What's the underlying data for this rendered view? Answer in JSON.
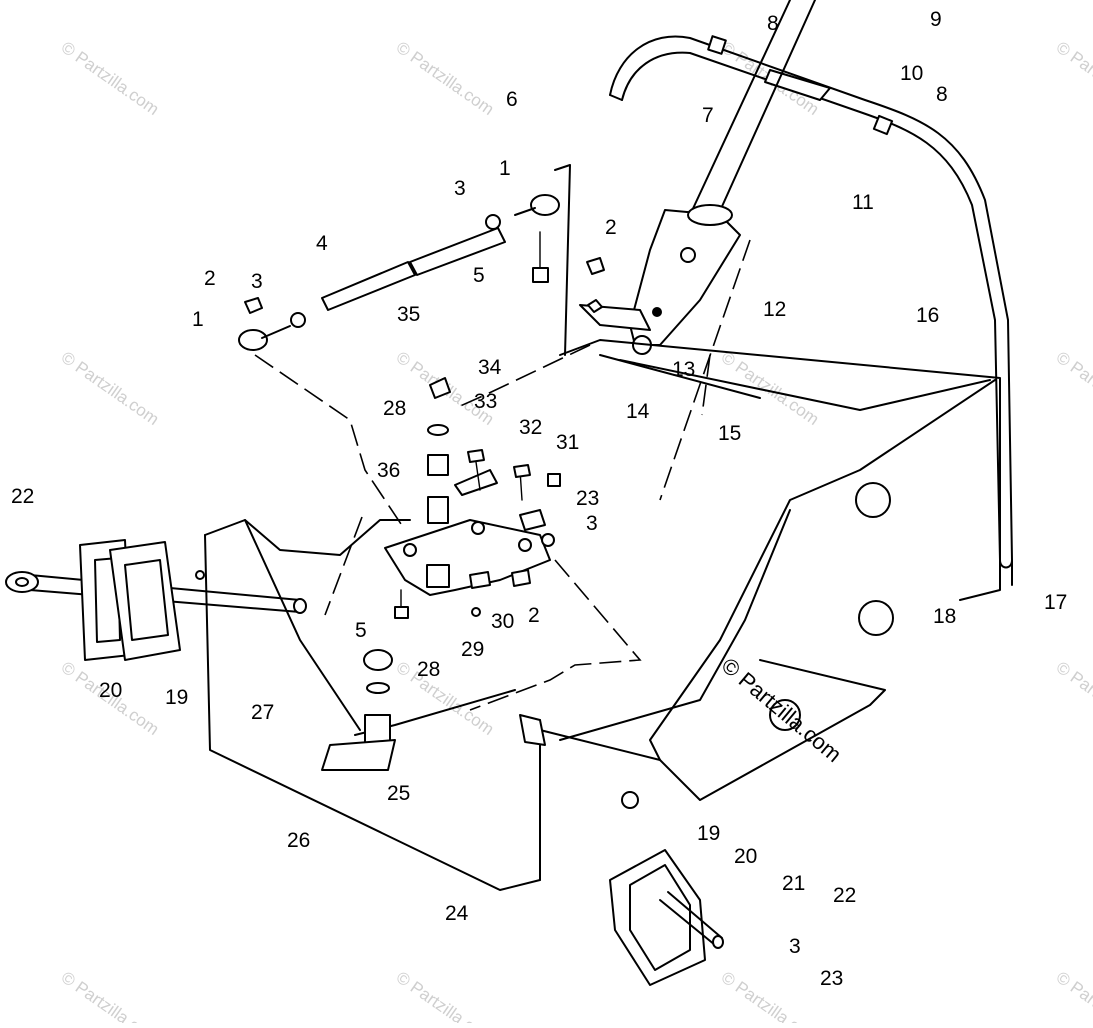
{
  "callouts": [
    {
      "id": "c8a",
      "text": "8"
    },
    {
      "id": "c9",
      "text": "9"
    },
    {
      "id": "c10",
      "text": "10"
    },
    {
      "id": "c8b",
      "text": "8"
    },
    {
      "id": "c6",
      "text": "6"
    },
    {
      "id": "c7",
      "text": "7"
    },
    {
      "id": "c11",
      "text": "11"
    },
    {
      "id": "c1a",
      "text": "1"
    },
    {
      "id": "c3a",
      "text": "3"
    },
    {
      "id": "c4",
      "text": "4"
    },
    {
      "id": "c2a",
      "text": "2"
    },
    {
      "id": "c5a",
      "text": "5"
    },
    {
      "id": "c2b",
      "text": "2"
    },
    {
      "id": "c3b",
      "text": "3"
    },
    {
      "id": "c12",
      "text": "12"
    },
    {
      "id": "c1b",
      "text": "1"
    },
    {
      "id": "c35",
      "text": "35"
    },
    {
      "id": "c13",
      "text": "13"
    },
    {
      "id": "c16",
      "text": "16"
    },
    {
      "id": "c34",
      "text": "34"
    },
    {
      "id": "c28a",
      "text": "28"
    },
    {
      "id": "c33",
      "text": "33"
    },
    {
      "id": "c14",
      "text": "14"
    },
    {
      "id": "c32",
      "text": "32"
    },
    {
      "id": "c31",
      "text": "31"
    },
    {
      "id": "c15",
      "text": "15"
    },
    {
      "id": "c36",
      "text": "36"
    },
    {
      "id": "c23a",
      "text": "23"
    },
    {
      "id": "c22a",
      "text": "22"
    },
    {
      "id": "c3c",
      "text": "3"
    },
    {
      "id": "c5b",
      "text": "5"
    },
    {
      "id": "c30",
      "text": "30"
    },
    {
      "id": "c2c",
      "text": "2"
    },
    {
      "id": "c17",
      "text": "17"
    },
    {
      "id": "c18",
      "text": "18"
    },
    {
      "id": "c29",
      "text": "29"
    },
    {
      "id": "c28b",
      "text": "28"
    },
    {
      "id": "c20a",
      "text": "20"
    },
    {
      "id": "c19a",
      "text": "19"
    },
    {
      "id": "c27",
      "text": "27"
    },
    {
      "id": "c25",
      "text": "25"
    },
    {
      "id": "c26",
      "text": "26"
    },
    {
      "id": "c19b",
      "text": "19"
    },
    {
      "id": "c20b",
      "text": "20"
    },
    {
      "id": "c21",
      "text": "21"
    },
    {
      "id": "c22b",
      "text": "22"
    },
    {
      "id": "c24",
      "text": "24"
    },
    {
      "id": "c3d",
      "text": "3"
    },
    {
      "id": "c23b",
      "text": "23"
    }
  ],
  "watermark": {
    "faint": "© Partzilla.com",
    "strong": "© Partzilla.com"
  },
  "colors": {
    "line": "#000000",
    "background": "#ffffff",
    "watermark": "#cfcfcf"
  }
}
